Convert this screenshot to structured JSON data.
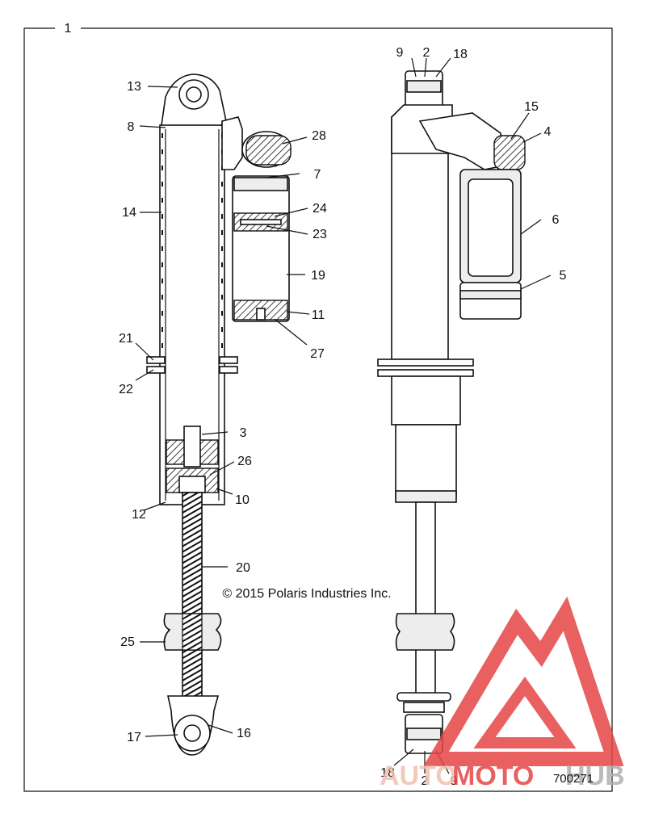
{
  "diagram": {
    "frame_label": "1",
    "copyright": "© 2015 Polaris Industries Inc.",
    "part_number": "700271",
    "callouts": {
      "c13": "13",
      "c8": "8",
      "c28": "28",
      "c7": "7",
      "c14": "14",
      "c24": "24",
      "c23": "23",
      "c19": "19",
      "c11": "11",
      "c27": "27",
      "c21": "21",
      "c22": "22",
      "c3": "3",
      "c26": "26",
      "c10": "10",
      "c12": "12",
      "c20": "20",
      "c25": "25",
      "c17": "17",
      "c16": "16",
      "r9top": "9",
      "r2top": "2",
      "r18top": "18",
      "c15": "15",
      "c4": "4",
      "c6": "6",
      "c5": "5",
      "r18bot": "18",
      "r2bot": "2",
      "r9bot": "9"
    },
    "watermark": {
      "text_left": "AUTO",
      "text_mid": "MOTO",
      "text_right": "HUB",
      "color_primary": "#e64545",
      "color_secondary": "#f2c0b0",
      "color_gray": "#b0b0b0"
    }
  }
}
